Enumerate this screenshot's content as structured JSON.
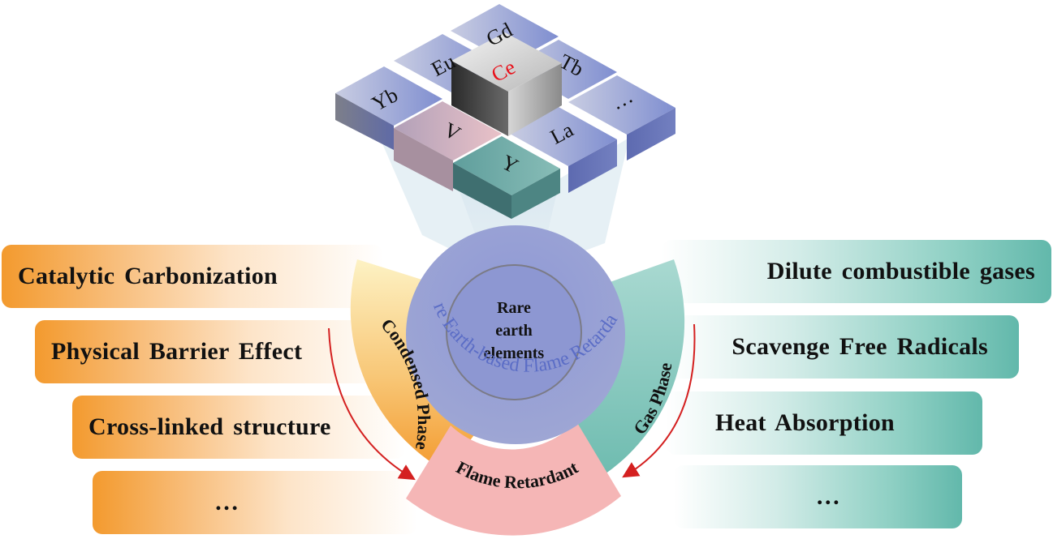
{
  "elements": {
    "center": "Ce",
    "tiles": [
      "Gd",
      "Eu",
      "Tb",
      "Yb",
      "V",
      "La",
      "Y",
      "…"
    ]
  },
  "hub": {
    "inner_line1": "Rare",
    "inner_line2": "earth",
    "inner_line3": "elements",
    "ring_label": "Rare Earth-based Flame Retardants"
  },
  "arcs": {
    "condensed": "Condensed Phase",
    "gas": "Gas Phase",
    "flame": "Flame Retardant"
  },
  "left_items": [
    "Catalytic Carbonization",
    "Physical Barrier Effect",
    "Cross-linked structure",
    "…"
  ],
  "right_items": [
    "Dilute combustible gases",
    "Scavenge Free Radicals",
    "Heat Absorption",
    "…"
  ],
  "colors": {
    "condensed_accent": "#f39a2e",
    "gas_accent": "#62b8ab",
    "flame_accent": "#f5b6b6",
    "hub_color": "#8a95cf",
    "highlight_element": "#e8101a",
    "arrow": "#d42020"
  }
}
